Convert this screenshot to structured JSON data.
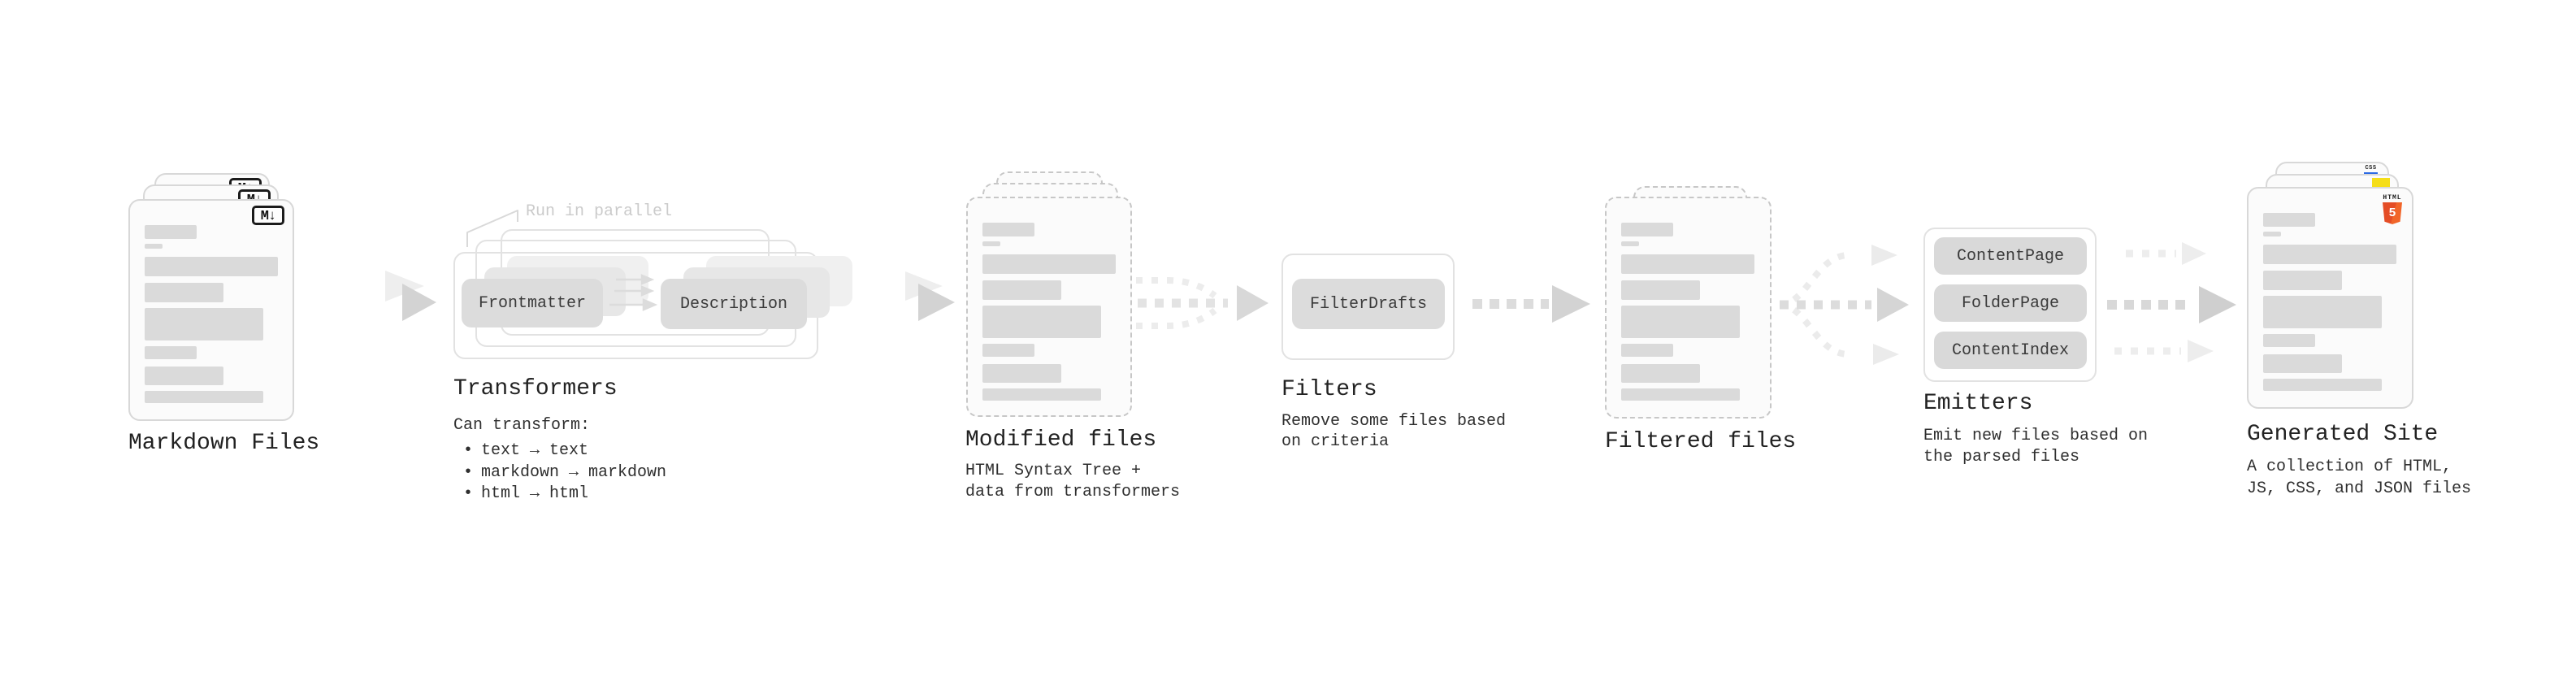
{
  "stages": {
    "markdown_files": {
      "label": "Markdown Files",
      "badge": "M↓"
    },
    "transformers": {
      "label": "Transformers",
      "note": "Run in parallel",
      "pill_left": "Frontmatter",
      "pill_right": "Description",
      "desc_title": "Can transform:",
      "bullets": [
        "text → text",
        "markdown → markdown",
        "html → html"
      ]
    },
    "modified_files": {
      "label": "Modified files",
      "desc": "HTML Syntax Tree +\ndata from transformers"
    },
    "filters": {
      "label": "Filters",
      "pill": "FilterDrafts",
      "desc": "Remove some files based\non criteria"
    },
    "filtered_files": {
      "label": "Filtered files"
    },
    "emitters": {
      "label": "Emitters",
      "pills": [
        "ContentPage",
        "FolderPage",
        "ContentIndex"
      ],
      "desc": "Emit new files based on\nthe parsed files"
    },
    "generated_site": {
      "label": "Generated Site",
      "desc": "A collection of HTML,\nJS, CSS, and JSON files",
      "badges": {
        "html_label": "HTML",
        "html_number": "5",
        "css": "CSS"
      }
    }
  },
  "icons": {
    "markdown_badge": "markdown-icon",
    "html5_shield": "html5-icon",
    "js_square": "javascript-icon",
    "css_tag": "css-icon",
    "flow_arrows": "dashed-arrow-icon"
  },
  "colors": {
    "html5_orange": "#e44d26",
    "html5_orange_light": "#f16529",
    "js_yellow": "#f5de19",
    "css_blue": "#2d6ae3",
    "card_border": "#d8d8d8",
    "dashed_border": "#c7c7c7",
    "bar_gray": "#dadada",
    "pill_gray": "#dcdcdc",
    "arrow_gray": "#d3d3d3",
    "note_gray": "#cbcbcb",
    "text_dark": "#222222"
  }
}
